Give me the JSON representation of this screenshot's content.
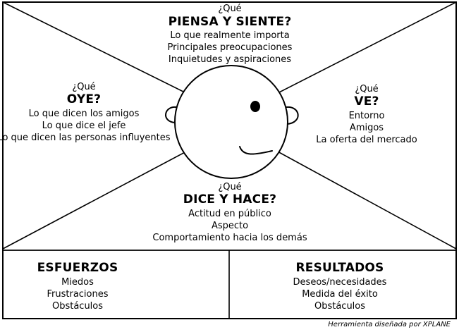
{
  "piensa": {
    "question": "¿Qué",
    "title": "PIENSA Y SIENTE?",
    "items": [
      "Lo que realmente importa",
      "Principales preocupaciones",
      "Inquietudes y aspiraciones"
    ]
  },
  "oye": {
    "question": "¿Qué",
    "title": "OYE?",
    "items": [
      "Lo que dicen los amigos",
      "Lo que dice el jefe",
      "Lo que dicen las personas influyentes"
    ]
  },
  "ve": {
    "question": "¿Qué",
    "title": "VE?",
    "items": [
      "Entorno",
      "Amigos",
      "La oferta del mercado"
    ]
  },
  "dice": {
    "question": "¿Qué",
    "title": "DICE Y HACE?",
    "items": [
      "Actitud en público",
      "Aspecto",
      "Comportamiento hacia los demás"
    ]
  },
  "esfuerzos": {
    "title": "ESFUERZOS",
    "items": [
      "Miedos",
      "Frustraciones",
      "Obstáculos"
    ]
  },
  "resultados": {
    "title": "RESULTADOS",
    "items": [
      "Deseos/necesidades",
      "Medida del éxito",
      "Obstáculos"
    ]
  },
  "credit": "Herramienta diseñada por XPLANE"
}
